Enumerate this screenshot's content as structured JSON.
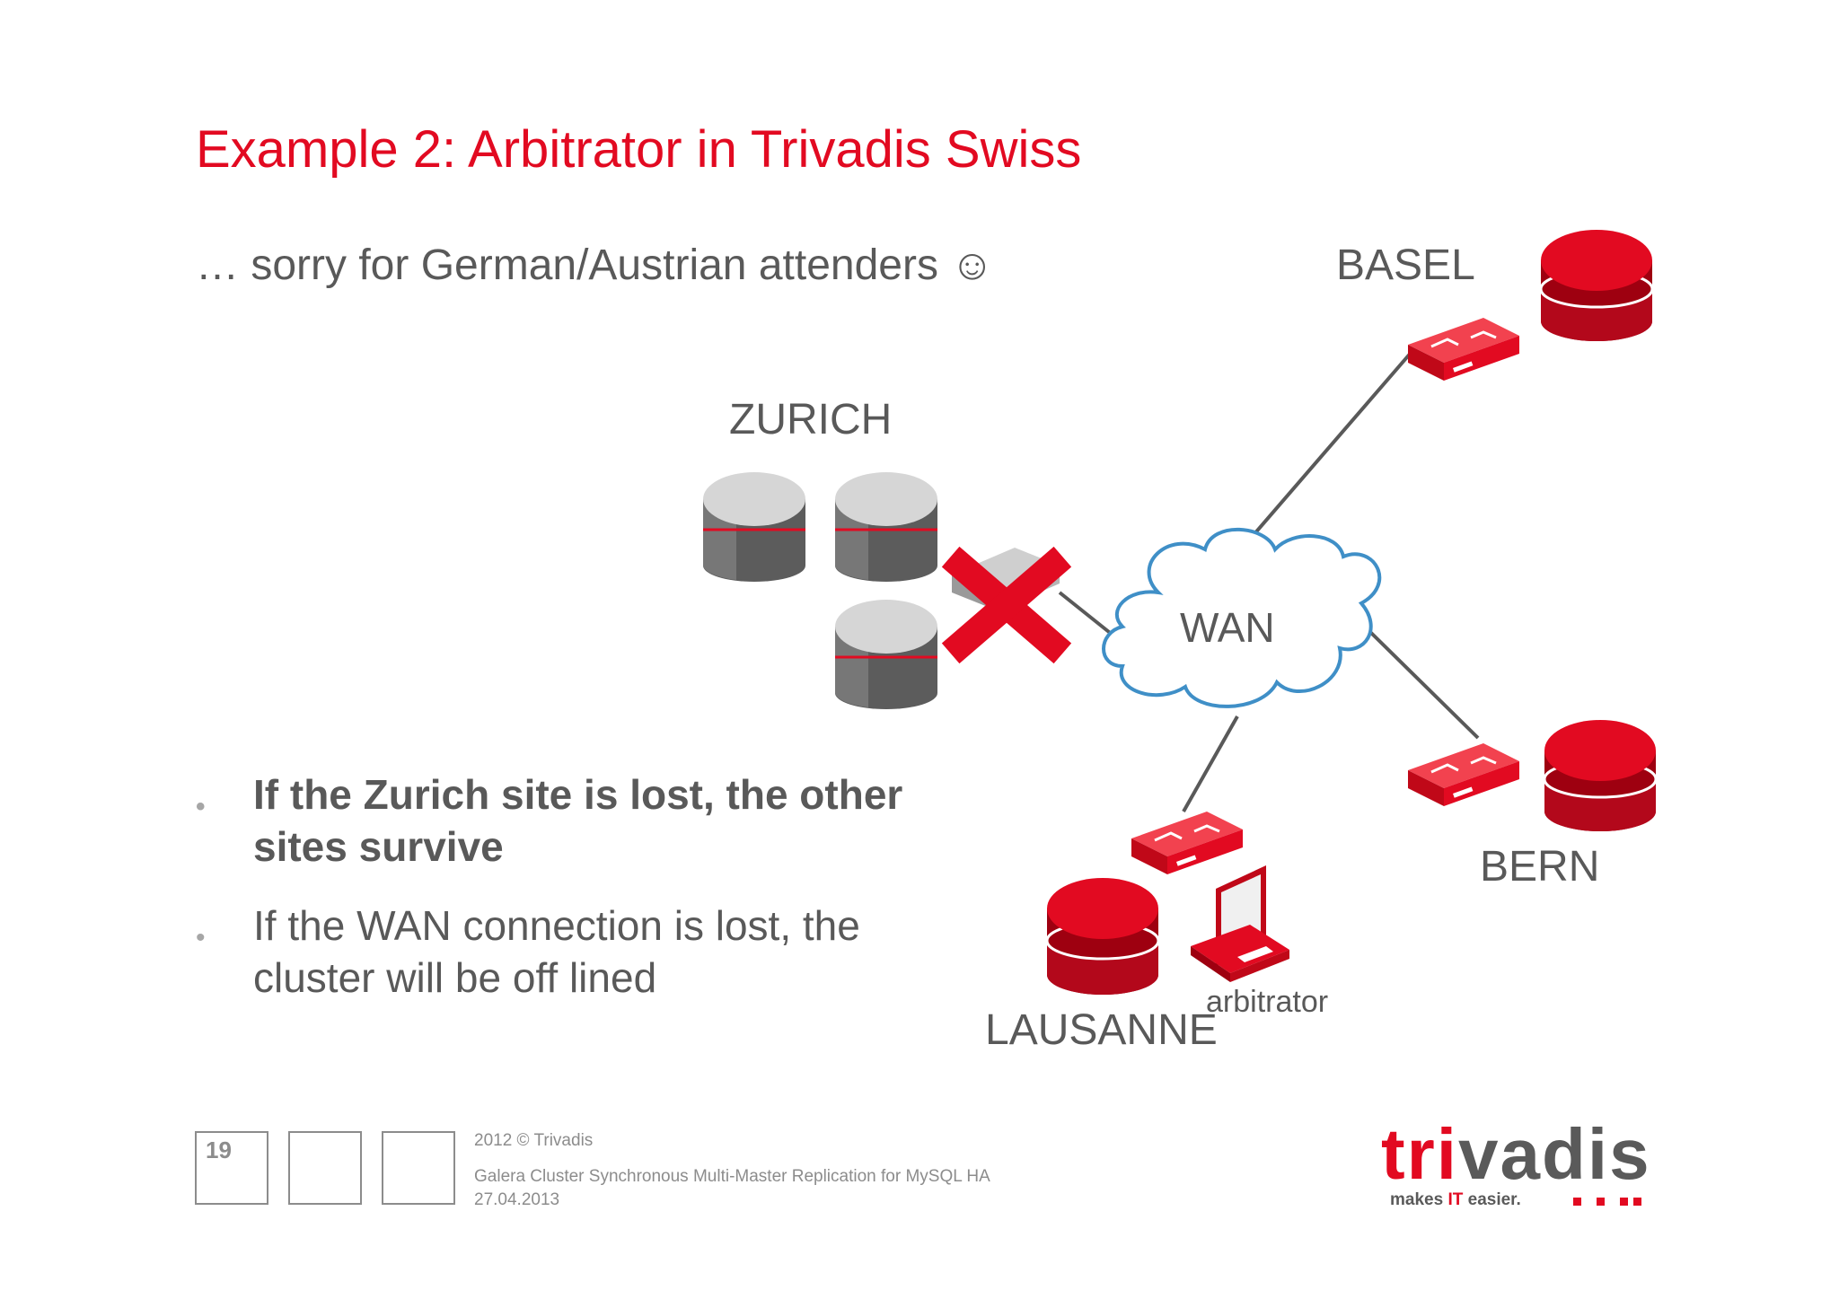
{
  "slide": {
    "title": "Example 2: Arbitrator in Trivadis Swiss",
    "subtitle": "… sorry for German/Austrian attenders ☺"
  },
  "diagram": {
    "sites": {
      "basel": "BASEL",
      "zurich": "ZURICH",
      "bern": "BERN",
      "lausanne": "LAUSANNE"
    },
    "wan_label": "WAN",
    "arbitrator_label": "arbitrator",
    "colors": {
      "active_db": "#e20a21",
      "active_db_dark": "#9e0010",
      "lost_db": "#5c5c5c",
      "lost_db_top": "#d6d6d6",
      "cross": "#e20a21",
      "cloud_stroke": "#3f8fc7",
      "link": "#595959"
    }
  },
  "bullets": [
    {
      "text": "If the Zurich site is lost, the other sites survive",
      "bold": true
    },
    {
      "text": "If the WAN connection is lost, the cluster will be off lined",
      "bold": false
    }
  ],
  "bullet_glyph": "•",
  "footer": {
    "page_number": "19",
    "copyright": "2012 © Trivadis",
    "description": "Galera Cluster Synchronous Multi-Master Replication for MySQL HA",
    "date": "27.04.2013"
  },
  "logo": {
    "word_prefix": "tri",
    "word_suffix": "vadis",
    "tagline_prefix": "makes ",
    "tagline_highlight": "IT",
    "tagline_suffix": " easier.",
    "brand_color": "#e20a21"
  }
}
